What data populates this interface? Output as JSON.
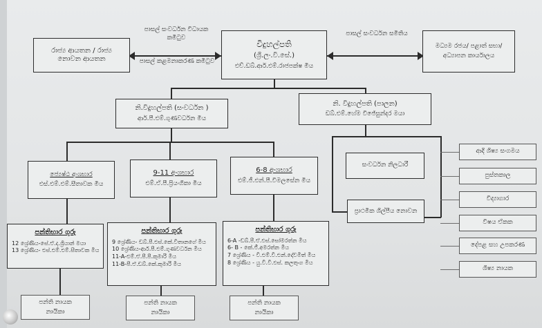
{
  "top": {
    "principal": {
      "title": "විදුහල්පති",
      "subtitle": "(ශ්‍රී.ලං.වි.සේ.)",
      "name": "එච්.ඩබ්.ආර්.එම්.රාජපක්ෂ මිය"
    },
    "left_box": "රාජ්‍ය ආයතන / රාජ්‍ය නොවන ආයතන",
    "right_box": "මධ්‍යම රජය/ පළාත් සභා/ අධ්‍යාපන කාර්යාලය",
    "left_label_top": "පාසල් සංවර්ධන විධායක කමිටුව",
    "left_label_bottom": "පාසල් කළමනාකරණ කමිටුව",
    "right_label": "පාසල් සංවර්ධන සමිතිය"
  },
  "deputies": {
    "development": {
      "title": "නි.විදුහල්පති (සංවර්ධන )",
      "name": "ආර්.පී.එම්.ගුණවර්ධන මිය"
    },
    "admin": {
      "title": "නි. විදුහල්පති (පාලන)",
      "name": "ඩබ්.එම්.හේම විජේසුන්දර මයා"
    }
  },
  "sections": {
    "senior": {
      "title": "ජ්‍යෙෂ්ඨ අංශභාර",
      "name": "එස්.එම්.එම්.සීතාවක මිය"
    },
    "g9_11": {
      "title": "9-11 අංශභාර",
      "name": "එම්.ඒ.පී.ප්‍රියංගිකා මිය"
    },
    "g6_8": {
      "title": "6-8 අංශභාර",
      "name": "එම්.ජී.එන්.පී.විමලසේන මිය"
    }
  },
  "admin_units": {
    "development_officer": "සංවර්ධන නිලධාරී",
    "non_academic": "ප්‍රාථමික ශිල්පීය නොවන"
  },
  "right_list": [
    "ආදි ශිෂ්‍ය සංගමය",
    "පුස්තකාල",
    "විද්‍යාගාර",
    "විෂය ඒකක",
    "දේපළ සහ උපකරණ",
    "ශිෂ්‍ය නායක"
  ],
  "class_heads": {
    "heading": "පන්තිභාර ගුරු",
    "senior_items": [
      "12 ශ්‍රේණිය-සේ.ඒ.ද.ශ්‍රියාන් මයා",
      "13 ශ්‍රේණිය- එස්.එම්.එම්.සීතාවක මිය"
    ],
    "g9_11_items": [
      "9 ශ්‍රේණිය- ඩබ්.පී.එස්.කේ.විතානගේ මිය",
      "10 ශ්‍රේණිය-ආර්.පී.එම්.ගුණවර්ධන මිය",
      "11-A-එම්.ඒ.පී.පී.කුමාරි මිය",
      "11-B-පී.ඒ.ඩබ්.කේ.කුමාරි මිය"
    ],
    "g6_8_items": [
      "6-A -ඩබ්.පී.ඒ.එස්.සෝමරත්න මිය",
      "6- B - කේ.ජී.අමරත්න මිය",
      "7 ශ්‍රේණිය - වී.එම්.වී.එන්.දේවමිත් මිය",
      "8 ශ්‍රේණිය - යු.වී.වී.එස්. කලතුංග මිය"
    ]
  },
  "leaders": "පන්ති නායක නායිකා"
}
